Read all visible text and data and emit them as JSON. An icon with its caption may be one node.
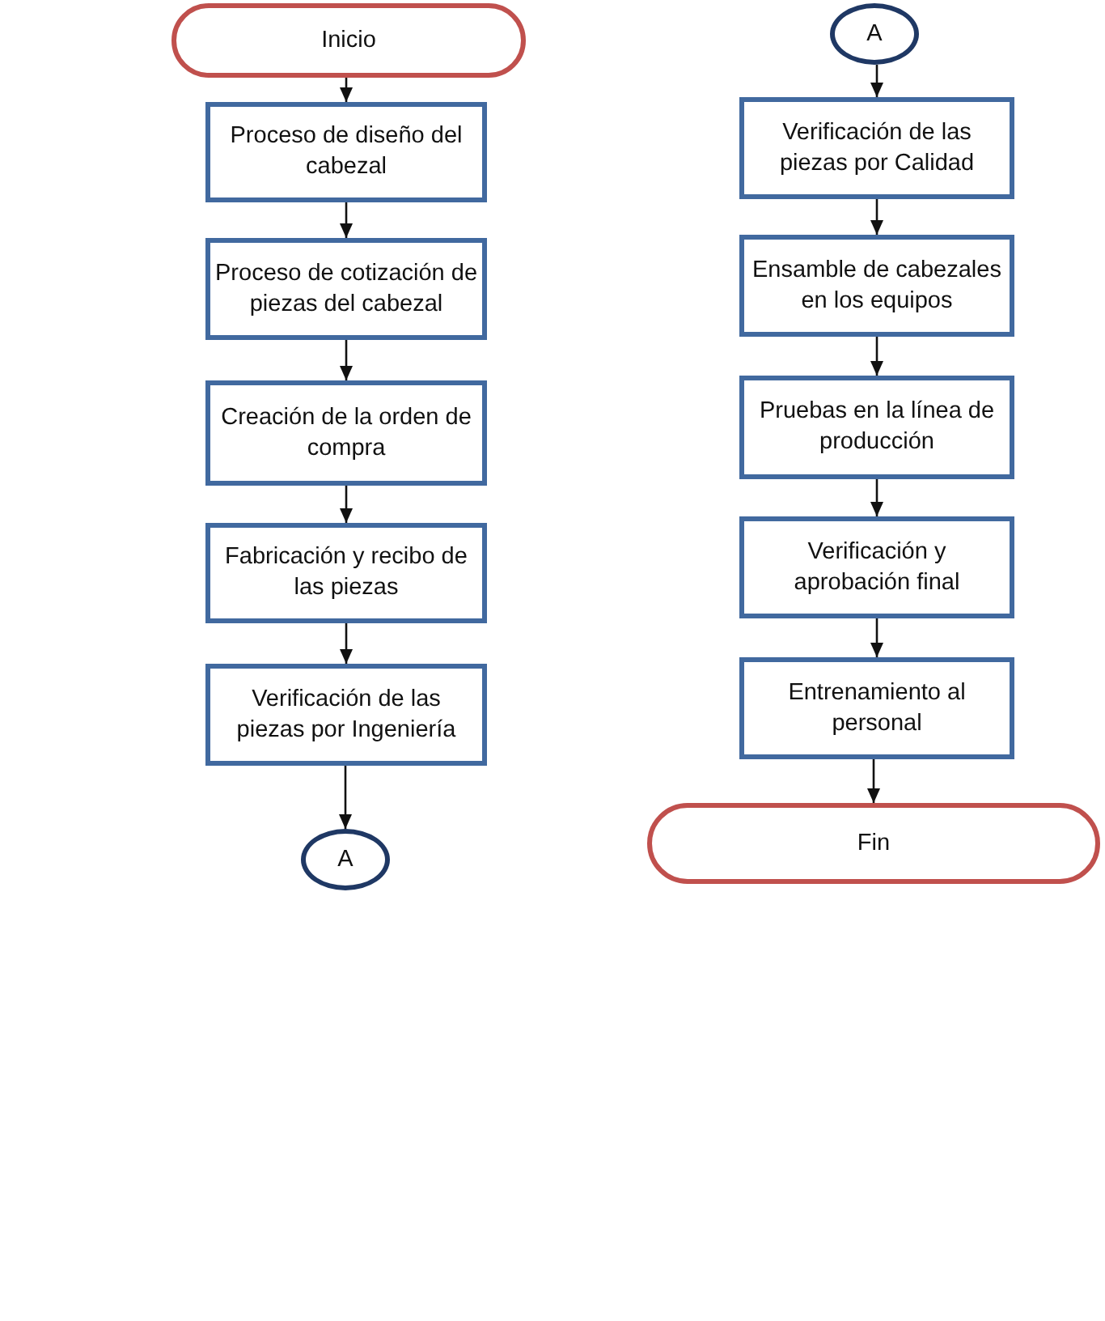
{
  "diagram": {
    "nodes": [
      {
        "text": [
          "Inicio"
        ]
      },
      {
        "text": [
          "Proceso de diseño del cabezal"
        ]
      },
      {
        "text": [
          "Proceso de cotización de piezas del cabezal"
        ]
      },
      {
        "text": [
          "Creación de la orden de compra"
        ]
      },
      {
        "text": [
          "Fabricación y recibo de las piezas"
        ]
      },
      {
        "text": [
          "Verificación de las piezas por Ingeniería"
        ]
      },
      {
        "text": [
          "A"
        ]
      },
      {
        "text": [
          "A"
        ]
      },
      {
        "text": [
          "Verificación de las piezas por Calidad"
        ]
      },
      {
        "text": [
          "Ensamble de cabezales en los equipos"
        ]
      },
      {
        "text": [
          "Pruebas en la línea de producción"
        ]
      },
      {
        "text": [
          "Verificación y aprobación final"
        ]
      },
      {
        "text": [
          "Entrenamiento al personal"
        ]
      },
      {
        "text": [
          "Fin"
        ]
      }
    ],
    "edges": [
      {
        "from": 0,
        "to": 1,
        "arrow": "to"
      },
      {
        "from": 1,
        "to": 2,
        "arrow": "to"
      },
      {
        "from": 2,
        "to": 3,
        "arrow": "to"
      },
      {
        "from": 3,
        "to": 4,
        "arrow": "to"
      },
      {
        "from": 4,
        "to": 5,
        "arrow": "to"
      },
      {
        "from": 5,
        "to": 6,
        "arrow": "to"
      },
      {
        "from": 7,
        "to": 8,
        "arrow": "to"
      },
      {
        "from": 8,
        "to": 9,
        "arrow": "to"
      },
      {
        "from": 9,
        "to": 10,
        "arrow": "to"
      },
      {
        "from": 10,
        "to": 11,
        "arrow": "to"
      },
      {
        "from": 11,
        "to": 12,
        "arrow": "to"
      },
      {
        "from": 12,
        "to": 13,
        "arrow": "to"
      }
    ]
  }
}
